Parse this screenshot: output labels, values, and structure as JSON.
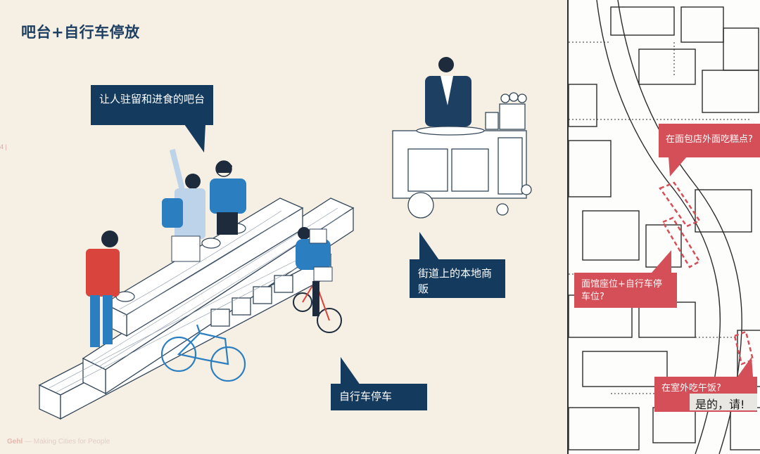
{
  "slide": {
    "title": "吧台+自行车停放",
    "page_number": "4 |",
    "footer_brand": "Gehl",
    "footer_tagline": "— Making Cities for People"
  },
  "callouts": {
    "bar": "让人驻留和进食的吧台",
    "vendor": "街道上的本地商贩",
    "bike": "自行车停车"
  },
  "map_labels": {
    "bakery": "在面包店外面吃糕点?",
    "noodle": "面馆座位+自行车停车位?",
    "lunch": "在室外吃午饭?",
    "answer": "是的，请!"
  },
  "colors": {
    "navy": "#143a5e",
    "red": "#d44f57",
    "background": "#f6efe4",
    "blue_figure": "#2b7fc1"
  }
}
